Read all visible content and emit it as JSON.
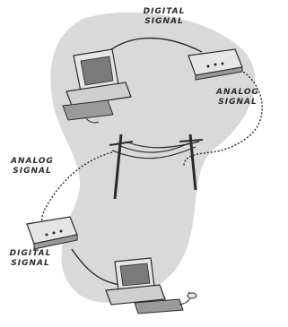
{
  "labels": {
    "digital_top": {
      "line1": "DIGITAL",
      "line2": "SIGNAL"
    },
    "analog_right": {
      "line1": "ANALOG",
      "line2": "SIGNAL"
    },
    "analog_left": {
      "line1": "ANALOG",
      "line2": "SIGNAL"
    },
    "digital_bottom": {
      "line1": "DIGITAL",
      "line2": "SIGNAL"
    }
  },
  "colors": {
    "background_blob": "#d9d9d9",
    "line": "#2a2a2a",
    "device_body": "#e6e6e6",
    "device_shade": "#9a9a9a"
  }
}
